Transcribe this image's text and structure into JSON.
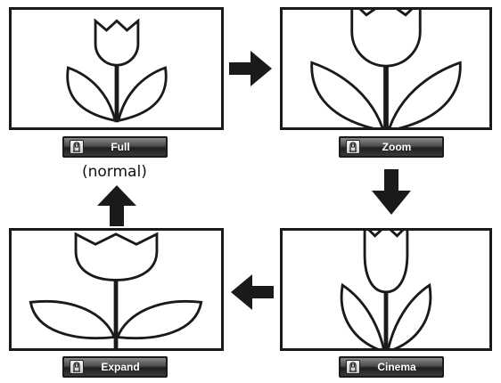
{
  "modes": [
    {
      "id": "full",
      "label": "Full",
      "note": "(normal)",
      "icon": "screen-mode-icon"
    },
    {
      "id": "zoom",
      "label": "Zoom",
      "icon": "screen-mode-icon"
    },
    {
      "id": "cinema",
      "label": "Cinema",
      "icon": "screen-mode-icon"
    },
    {
      "id": "expand",
      "label": "Expand",
      "icon": "screen-mode-icon"
    }
  ],
  "arrows": [
    "right",
    "down",
    "left",
    "up"
  ],
  "colors": {
    "line": "#1a1a1a",
    "background": "#ffffff",
    "arrow": "#1a1a1a"
  }
}
